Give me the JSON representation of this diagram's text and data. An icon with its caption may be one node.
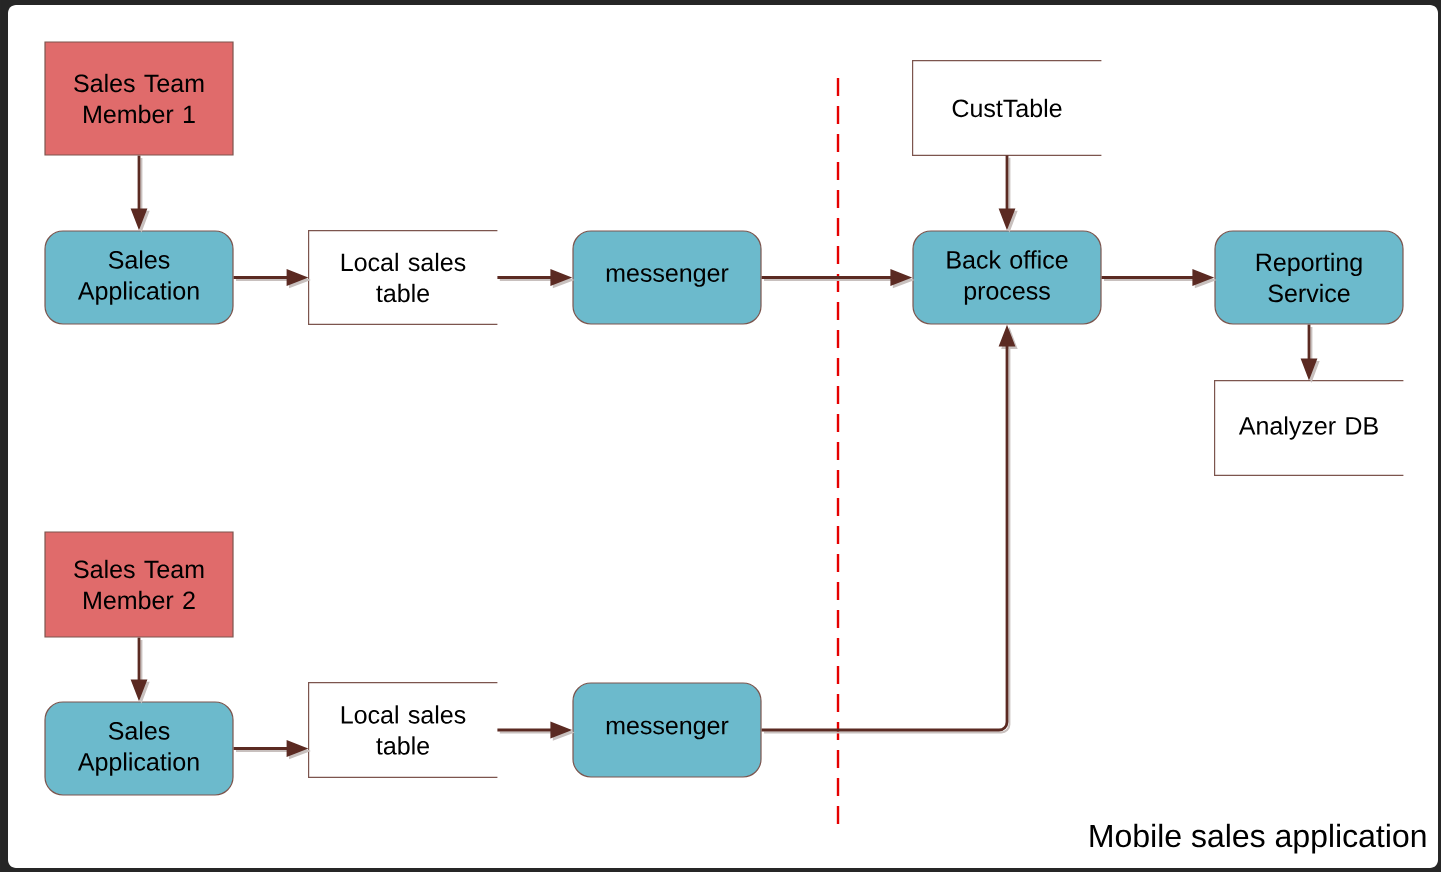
{
  "diagram": {
    "nodes": [
      {
        "text": [
          "Sales Team Member 1"
        ]
      },
      {
        "text": [
          "Sales Application"
        ]
      },
      {
        "text": [
          "Local sales table"
        ]
      },
      {
        "text": [
          "messenger"
        ]
      },
      {
        "text": [
          "CustTable"
        ]
      },
      {
        "text": [
          "Back office process"
        ]
      },
      {
        "text": [
          "Reporting Service"
        ]
      },
      {
        "text": [
          "Analyzer DB"
        ]
      },
      {
        "text": [
          "Sales Team Member 2"
        ]
      },
      {
        "text": [
          "Sales Application"
        ]
      },
      {
        "text": [
          "Local sales table"
        ]
      },
      {
        "text": [
          "messenger"
        ]
      }
    ],
    "edges": [
      {
        "from": 0,
        "to": 1,
        "arrow": "to"
      },
      {
        "from": 1,
        "to": 2,
        "arrow": "to"
      },
      {
        "from": 2,
        "to": 3,
        "arrow": "to"
      },
      {
        "from": 3,
        "to": 5,
        "arrow": "to"
      },
      {
        "from": 4,
        "to": 5,
        "arrow": "to"
      },
      {
        "from": 5,
        "to": 6,
        "arrow": "to"
      },
      {
        "from": 6,
        "to": 7,
        "arrow": "to"
      },
      {
        "from": 8,
        "to": 9,
        "arrow": "to"
      },
      {
        "from": 9,
        "to": 10,
        "arrow": "to"
      },
      {
        "from": 10,
        "to": 11,
        "arrow": "to"
      },
      {
        "from": 11,
        "to": 5,
        "arrow": "to"
      }
    ],
    "labels": [
      "Mobile sales application"
    ]
  }
}
